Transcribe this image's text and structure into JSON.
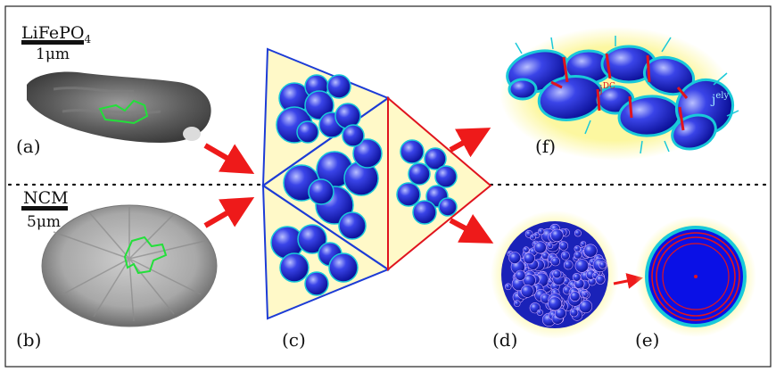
{
  "materials": {
    "top": {
      "name_base": "LiFePO",
      "name_sub": "4",
      "scale_bar": "1μm"
    },
    "bottom": {
      "name": "NCM",
      "scale_bar": "5μm"
    }
  },
  "panel_labels": {
    "a": "(a)",
    "b": "(b)",
    "c": "(c)",
    "d": "(d)",
    "e": "(e)",
    "f": "(f)"
  },
  "flux_labels": {
    "dc_base": "j",
    "dc_sup": "DC",
    "ely_base": "j",
    "ely_sup": "ely"
  },
  "colors": {
    "particle_core": "#0a10c8",
    "particle_edge": "#19c9d9",
    "triangle_fill": "#fff9c8",
    "triangle_blue": "#1d3cd6",
    "triangle_red": "#e0141e",
    "arrow_red": "#ee1a1a",
    "outline_green": "#22e03a",
    "halo_yellow": "#fcf7a0"
  }
}
